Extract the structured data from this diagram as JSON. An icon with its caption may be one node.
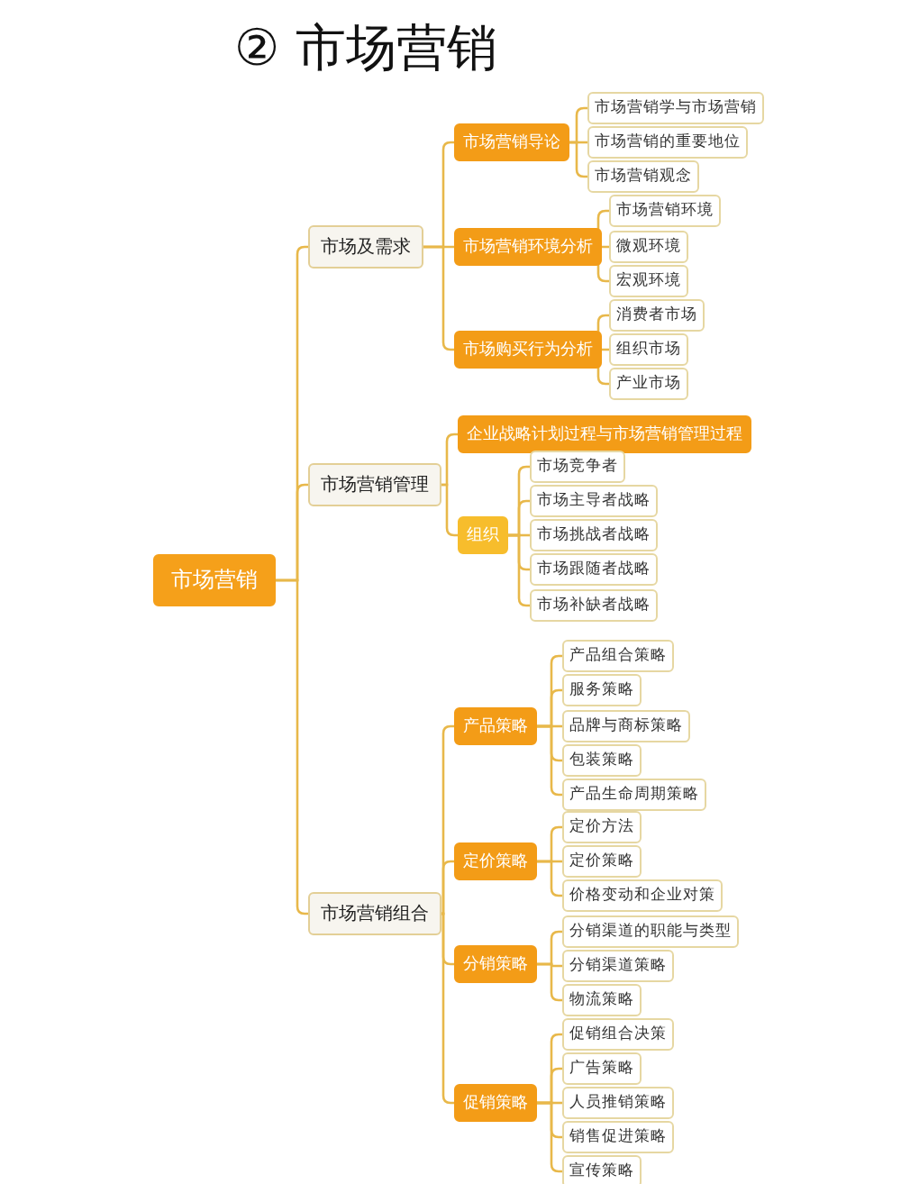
{
  "diagram": {
    "title": "② 市场营销",
    "nodes": [
      {
        "text": [
          "市场营销"
        ]
      },
      {
        "text": [
          "市场及需求"
        ]
      },
      {
        "text": [
          "市场营销导论"
        ]
      },
      {
        "text": [
          "市场营销学与市场营销"
        ]
      },
      {
        "text": [
          "市场营销的重要地位"
        ]
      },
      {
        "text": [
          "市场营销观念"
        ]
      },
      {
        "text": [
          "市场营销环境分析"
        ]
      },
      {
        "text": [
          "市场营销环境"
        ]
      },
      {
        "text": [
          "微观环境"
        ]
      },
      {
        "text": [
          "宏观环境"
        ]
      },
      {
        "text": [
          "市场购买行为分析"
        ]
      },
      {
        "text": [
          "消费者市场"
        ]
      },
      {
        "text": [
          "组织市场"
        ]
      },
      {
        "text": [
          "产业市场"
        ]
      },
      {
        "text": [
          "市场营销管理"
        ]
      },
      {
        "text": [
          "企业战略计划过程与市场营销管理过程"
        ]
      },
      {
        "text": [
          "组织"
        ]
      },
      {
        "text": [
          "市场竞争者"
        ]
      },
      {
        "text": [
          "市场主导者战略"
        ]
      },
      {
        "text": [
          "市场挑战者战略"
        ]
      },
      {
        "text": [
          "市场跟随者战略"
        ]
      },
      {
        "text": [
          "市场补缺者战略"
        ]
      },
      {
        "text": [
          "市场营销组合"
        ]
      },
      {
        "text": [
          "产品策略"
        ]
      },
      {
        "text": [
          "产品组合策略"
        ]
      },
      {
        "text": [
          "服务策略"
        ]
      },
      {
        "text": [
          "品牌与商标策略"
        ]
      },
      {
        "text": [
          "包装策略"
        ]
      },
      {
        "text": [
          "产品生命周期策略"
        ]
      },
      {
        "text": [
          "定价策略"
        ]
      },
      {
        "text": [
          "定价方法"
        ]
      },
      {
        "text": [
          "定价策略"
        ]
      },
      {
        "text": [
          "价格变动和企业对策"
        ]
      },
      {
        "text": [
          "分销策略"
        ]
      },
      {
        "text": [
          "分销渠道的职能与类型"
        ]
      },
      {
        "text": [
          "分销渠道策略"
        ]
      },
      {
        "text": [
          "物流策略"
        ]
      },
      {
        "text": [
          "促销策略"
        ]
      },
      {
        "text": [
          "促销组合决策"
        ]
      },
      {
        "text": [
          "广告策略"
        ]
      },
      {
        "text": [
          "人员推销策略"
        ]
      },
      {
        "text": [
          "销售促进策略"
        ]
      },
      {
        "text": [
          "宣传策略"
        ]
      }
    ],
    "edges": [
      {
        "from": 0,
        "to": 1,
        "arrow": "none"
      },
      {
        "from": 1,
        "to": 2,
        "arrow": "none"
      },
      {
        "from": 2,
        "to": 3,
        "arrow": "none"
      },
      {
        "from": 2,
        "to": 4,
        "arrow": "none"
      },
      {
        "from": 2,
        "to": 5,
        "arrow": "none"
      },
      {
        "from": 1,
        "to": 6,
        "arrow": "none"
      },
      {
        "from": 6,
        "to": 7,
        "arrow": "none"
      },
      {
        "from": 6,
        "to": 8,
        "arrow": "none"
      },
      {
        "from": 6,
        "to": 9,
        "arrow": "none"
      },
      {
        "from": 1,
        "to": 10,
        "arrow": "none"
      },
      {
        "from": 10,
        "to": 11,
        "arrow": "none"
      },
      {
        "from": 10,
        "to": 12,
        "arrow": "none"
      },
      {
        "from": 10,
        "to": 13,
        "arrow": "none"
      },
      {
        "from": 0,
        "to": 14,
        "arrow": "none"
      },
      {
        "from": 14,
        "to": 15,
        "arrow": "none"
      },
      {
        "from": 14,
        "to": 16,
        "arrow": "none"
      },
      {
        "from": 16,
        "to": 17,
        "arrow": "none"
      },
      {
        "from": 16,
        "to": 18,
        "arrow": "none"
      },
      {
        "from": 16,
        "to": 19,
        "arrow": "none"
      },
      {
        "from": 16,
        "to": 20,
        "arrow": "none"
      },
      {
        "from": 16,
        "to": 21,
        "arrow": "none"
      },
      {
        "from": 0,
        "to": 22,
        "arrow": "none"
      },
      {
        "from": 22,
        "to": 23,
        "arrow": "none"
      },
      {
        "from": 23,
        "to": 24,
        "arrow": "none"
      },
      {
        "from": 23,
        "to": 25,
        "arrow": "none"
      },
      {
        "from": 23,
        "to": 26,
        "arrow": "none"
      },
      {
        "from": 23,
        "to": 27,
        "arrow": "none"
      },
      {
        "from": 23,
        "to": 28,
        "arrow": "none"
      },
      {
        "from": 22,
        "to": 29,
        "arrow": "none"
      },
      {
        "from": 29,
        "to": 30,
        "arrow": "none"
      },
      {
        "from": 29,
        "to": 31,
        "arrow": "none"
      },
      {
        "from": 29,
        "to": 32,
        "arrow": "none"
      },
      {
        "from": 22,
        "to": 33,
        "arrow": "none"
      },
      {
        "from": 33,
        "to": 34,
        "arrow": "none"
      },
      {
        "from": 33,
        "to": 35,
        "arrow": "none"
      },
      {
        "from": 33,
        "to": 36,
        "arrow": "none"
      },
      {
        "from": 22,
        "to": 37,
        "arrow": "none"
      },
      {
        "from": 37,
        "to": 38,
        "arrow": "none"
      },
      {
        "from": 37,
        "to": 39,
        "arrow": "none"
      },
      {
        "from": 37,
        "to": 40,
        "arrow": "none"
      },
      {
        "from": 37,
        "to": 41,
        "arrow": "none"
      },
      {
        "from": 37,
        "to": 42,
        "arrow": "none"
      }
    ]
  }
}
